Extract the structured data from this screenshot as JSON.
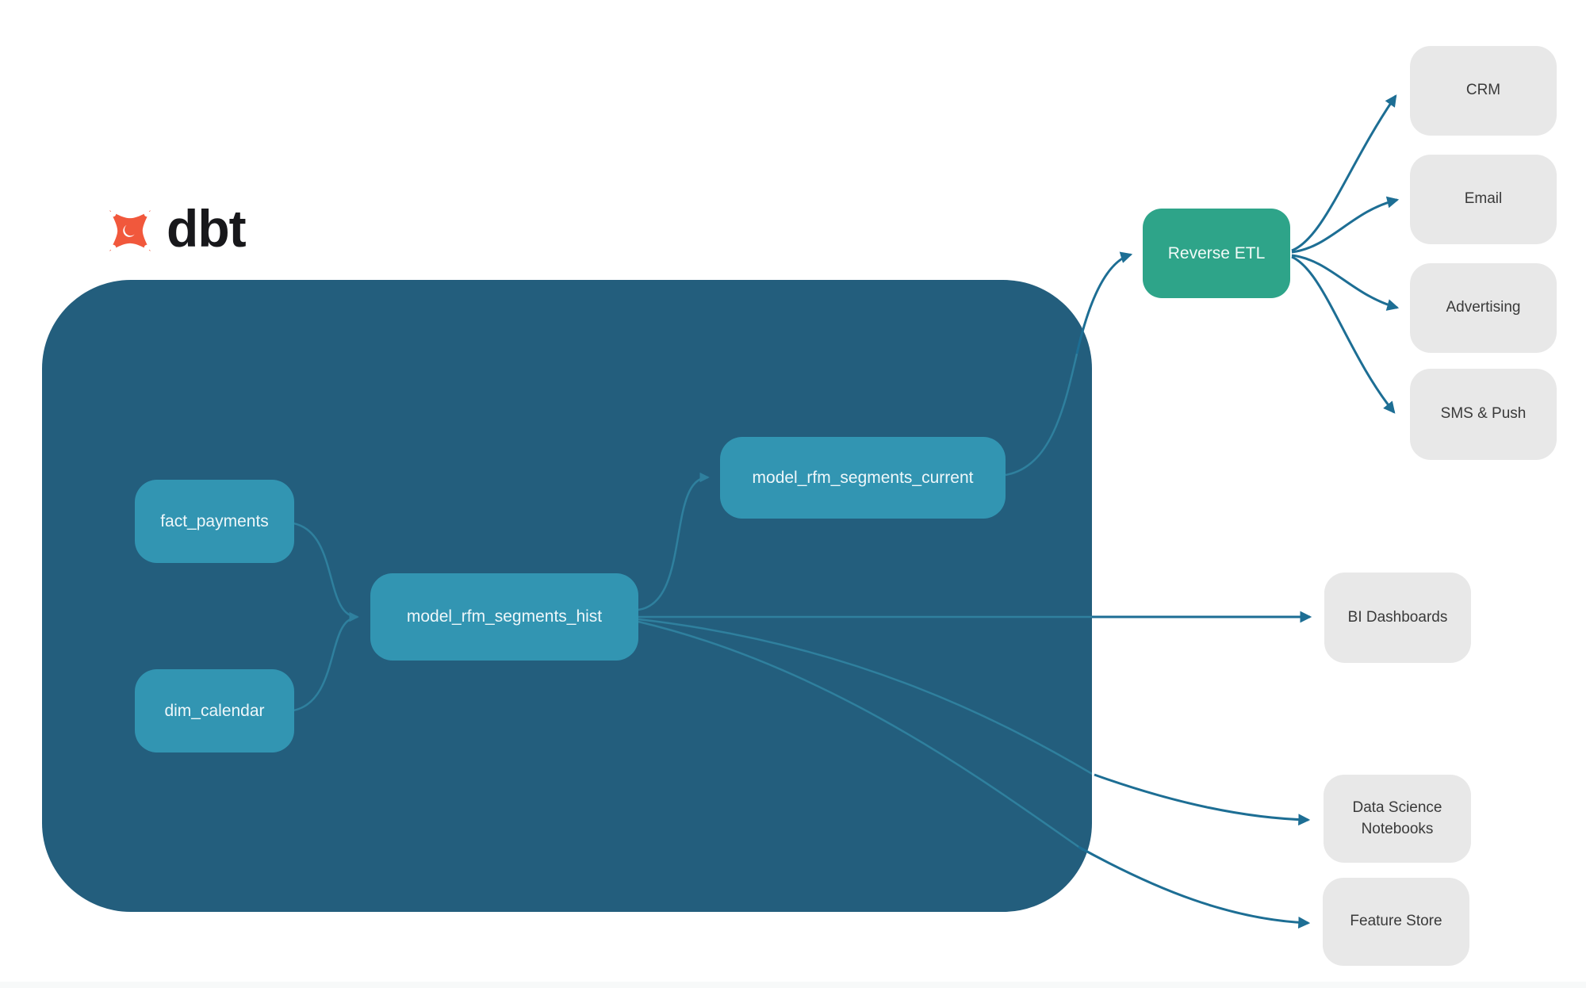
{
  "brand": {
    "name": "dbt"
  },
  "colors": {
    "container": "#235e7d",
    "model_box": "#3295b2",
    "model_text": "#eef7fa",
    "reverse_etl_box": "#2ea489",
    "destination_box": "#e8e8e8",
    "destination_text": "#3a3a3a",
    "arrow_outer": "#1d6e94",
    "arrow_inner": "#2f809e",
    "logo_orange": "#f1583c",
    "wordmark": "#18181b"
  },
  "nodes": {
    "fact_payments": {
      "label": "fact_payments"
    },
    "dim_calendar": {
      "label": "dim_calendar"
    },
    "model_hist": {
      "label": "model_rfm_segments_hist"
    },
    "model_current": {
      "label": "model_rfm_segments_current"
    },
    "reverse_etl": {
      "label": "Reverse ETL"
    },
    "crm": {
      "label": "CRM"
    },
    "email": {
      "label": "Email"
    },
    "advertising": {
      "label": "Advertising"
    },
    "sms_push": {
      "label": "SMS & Push"
    },
    "bi_dashboards": {
      "label": "BI Dashboards"
    },
    "ds_notebooks": {
      "label": "Data Science Notebooks"
    },
    "feature_store": {
      "label": "Feature Store"
    }
  },
  "edges": [
    {
      "from": "fact_payments",
      "to": "model_hist"
    },
    {
      "from": "dim_calendar",
      "to": "model_hist"
    },
    {
      "from": "model_hist",
      "to": "model_current"
    },
    {
      "from": "model_hist",
      "to": "bi_dashboards"
    },
    {
      "from": "model_hist",
      "to": "ds_notebooks"
    },
    {
      "from": "model_hist",
      "to": "feature_store"
    },
    {
      "from": "model_current",
      "to": "reverse_etl"
    },
    {
      "from": "reverse_etl",
      "to": "crm"
    },
    {
      "from": "reverse_etl",
      "to": "email"
    },
    {
      "from": "reverse_etl",
      "to": "advertising"
    },
    {
      "from": "reverse_etl",
      "to": "sms_push"
    }
  ]
}
